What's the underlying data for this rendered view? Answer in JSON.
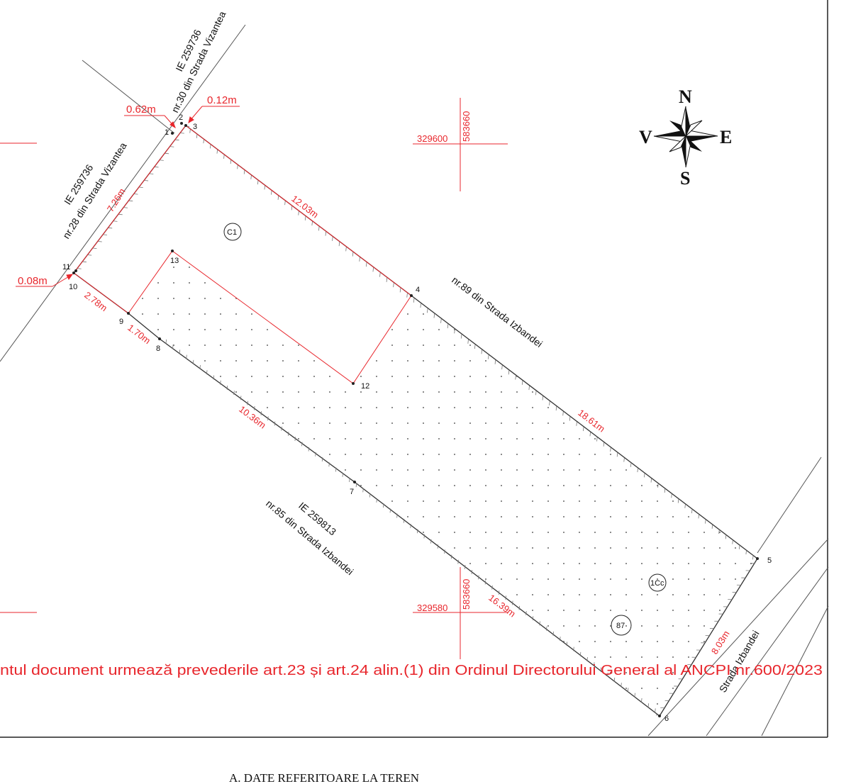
{
  "points": [
    {
      "id": "1",
      "label": "1"
    },
    {
      "id": "2",
      "label": "2"
    },
    {
      "id": "3",
      "label": "3"
    },
    {
      "id": "4",
      "label": "4"
    },
    {
      "id": "5",
      "label": "5"
    },
    {
      "id": "6",
      "label": "6"
    },
    {
      "id": "7",
      "label": "7"
    },
    {
      "id": "8",
      "label": "8"
    },
    {
      "id": "9",
      "label": "9"
    },
    {
      "id": "10",
      "label": "10"
    },
    {
      "id": "11",
      "label": "11"
    },
    {
      "id": "12",
      "label": "12"
    },
    {
      "id": "13",
      "label": "13"
    }
  ],
  "dimensions": {
    "d_3_4": "12.03m",
    "d_4_5": "18.61m",
    "d_5_6": "8.03m",
    "d_6_7": "16.39m",
    "d_7_8": "10.36m",
    "d_8_9": "1.70m",
    "d_9_10": "2.78m",
    "d_10_3": "7.26m",
    "offset_062": "0.62m",
    "offset_012": "0.12m",
    "offset_008": "0.08m"
  },
  "neighbors": {
    "nw_id": "IE 259736",
    "nw_addr": "nr.28 din Strada Vizantea",
    "n_id": "IE 259736",
    "n_addr": "nr.30 din Strada Vizantea",
    "ne_addr": "nr.89 din Strada Izbandei",
    "sw_id": "IE 259813",
    "sw_addr": "nr.85 din Strada Izbandei",
    "street": "Strada Izbandei"
  },
  "parcel_labels": {
    "building": "C1",
    "yard": "1Cc",
    "parcel_no": "87"
  },
  "grid": {
    "top_x": "329600",
    "top_y": "583660",
    "bottom_x": "329580",
    "bottom_y": "583660"
  },
  "compass": {
    "n": "N",
    "s": "S",
    "e": "E",
    "w": "V"
  },
  "notice": "ntul document urmează prevederile art.23 și art.24 alin.(1) din Ordinul Directorului General al ANCPI nr.600/2023",
  "section_title": "A. DATE REFERITOARE LA TEREN",
  "colors": {
    "red": "#e8262c",
    "line": "#333333",
    "frame": "#222222"
  }
}
